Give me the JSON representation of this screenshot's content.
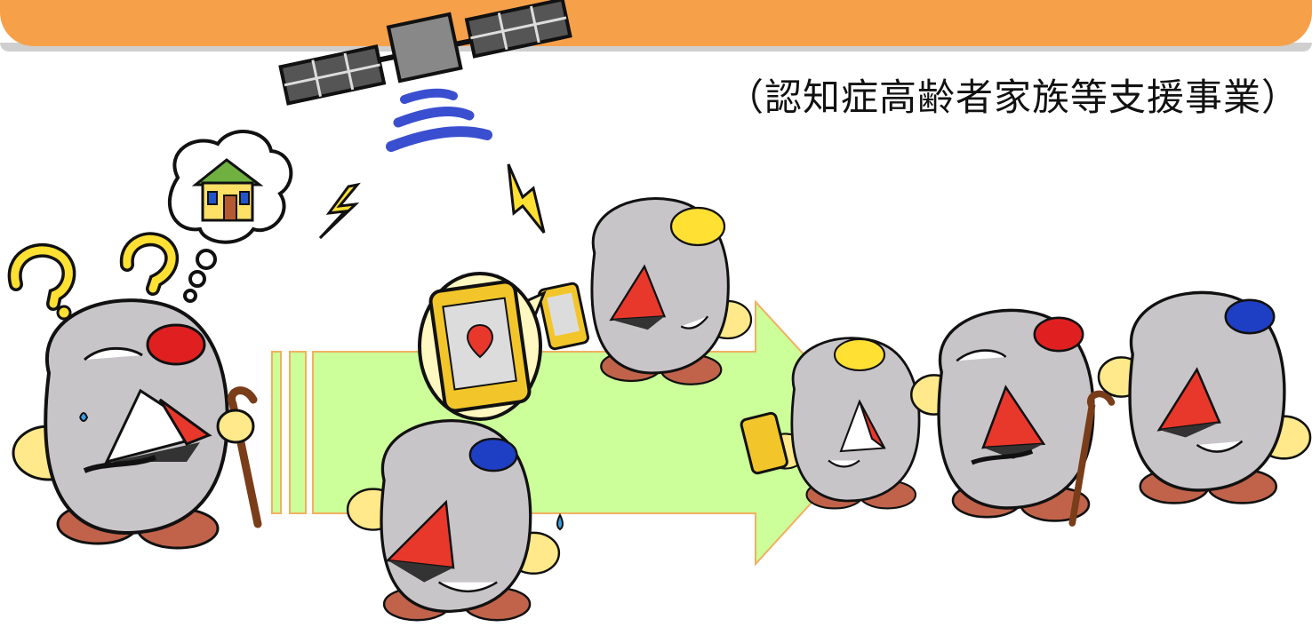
{
  "subtitle": "（認知症高齢者家族等支援事業）",
  "colors": {
    "header": "#f7a04a",
    "arrow_fill": "#ccff99",
    "arrow_stroke": "#f0b060",
    "character_body": "#c8c5c9",
    "nose": "#e8382b",
    "hat_red": "#e02020",
    "hat_blue": "#1e3fc4",
    "hat_yellow": "#ffe033",
    "hand_yellow": "#ffe98a",
    "feet": "#c0634a",
    "signal_blue": "#3a4fd0",
    "house_roof": "#6fb040",
    "house_wall": "#ffe066"
  },
  "scene": {
    "characters": [
      {
        "role": "lost-elder",
        "hat": "red",
        "items": [
          "cane"
        ],
        "expression": "worried"
      },
      {
        "role": "searcher-with-phone",
        "hat": "yellow",
        "items": [
          "smartphone"
        ],
        "expression": "happy"
      },
      {
        "role": "searching-family",
        "hat": "blue",
        "items": [],
        "expression": "sweating"
      },
      {
        "role": "reunited-caregiver",
        "hat": "yellow",
        "items": [
          "smartphone"
        ],
        "expression": "smiling"
      },
      {
        "role": "reunited-elder",
        "hat": "red",
        "items": [
          "cane"
        ],
        "expression": "relieved"
      },
      {
        "role": "reunited-family",
        "hat": "blue",
        "items": [],
        "expression": "smiling"
      }
    ],
    "icons": [
      "satellite-icon",
      "signal-waves-icon",
      "lightning-bolt-icon",
      "house-thought-icon",
      "question-mark-icon",
      "map-pin-icon",
      "progress-arrow-icon"
    ]
  }
}
